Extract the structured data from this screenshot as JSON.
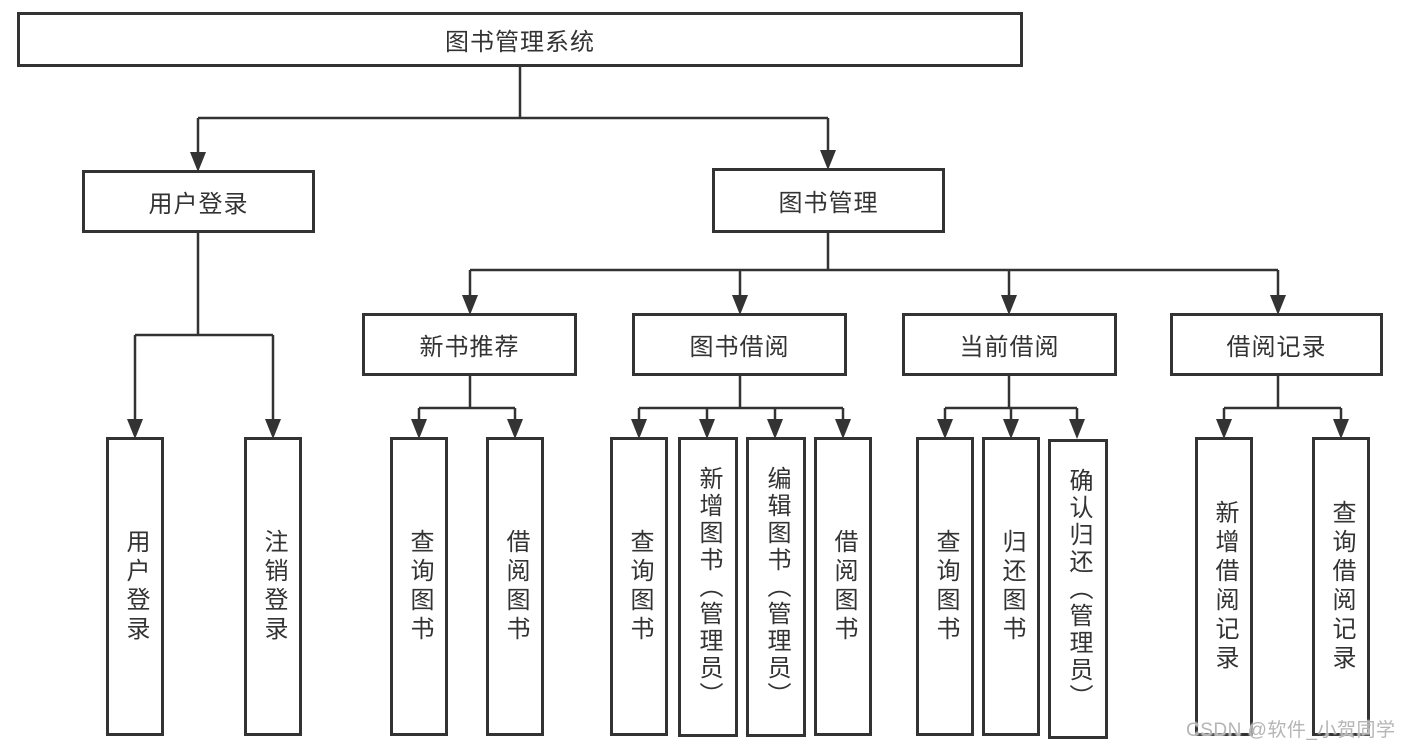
{
  "diagram_title": "图书管理系统",
  "tree": {
    "root": {
      "label": "图书管理系统",
      "children": [
        {
          "label": "用户登录",
          "children": [
            {
              "label": "用户登录"
            },
            {
              "label": "注销登录"
            }
          ]
        },
        {
          "label": "图书管理",
          "children": [
            {
              "label": "新书推荐",
              "children": [
                {
                  "label": "查询图书"
                },
                {
                  "label": "借阅图书"
                }
              ]
            },
            {
              "label": "图书借阅",
              "children": [
                {
                  "label": "查询图书"
                },
                {
                  "label": "新增图书（管理员）"
                },
                {
                  "label": "编辑图书（管理员）"
                },
                {
                  "label": "借阅图书"
                }
              ]
            },
            {
              "label": "当前借阅",
              "children": [
                {
                  "label": "查询图书"
                },
                {
                  "label": "归还图书"
                },
                {
                  "label": "确认归还（管理员）"
                }
              ]
            },
            {
              "label": "借阅记录",
              "children": [
                {
                  "label": "新增借阅记录"
                },
                {
                  "label": "查询借阅记录"
                }
              ]
            }
          ]
        }
      ]
    }
  },
  "watermark": {
    "text": "CSDN @软件_小贺同学"
  },
  "colors": {
    "line": "#333333",
    "box_border": "#333333",
    "text": "#333333",
    "watermark": "#b5b5b5",
    "background": "#ffffff"
  }
}
